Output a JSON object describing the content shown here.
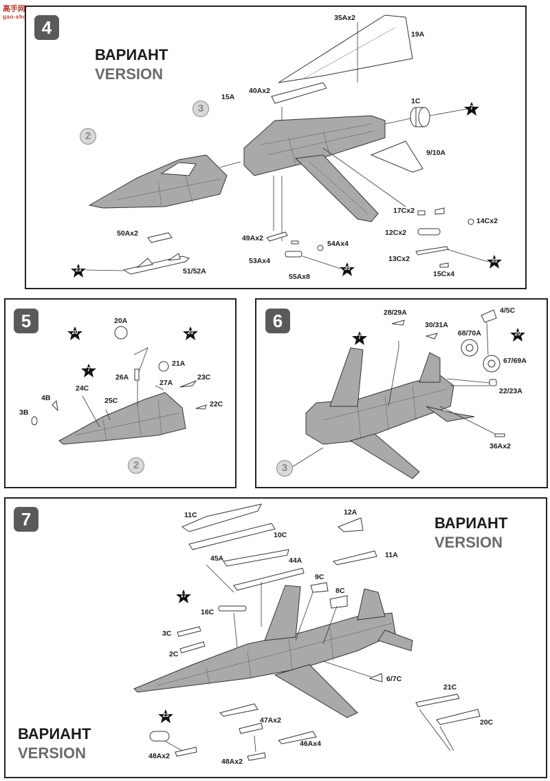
{
  "watermark": {
    "title": "高手网",
    "subtitle": "gao-shou.com"
  },
  "steps": [
    {
      "number": "4",
      "variant_ru": "ВАРИАНТ",
      "variant_en": "VERSION",
      "callouts": [
        "3",
        "2"
      ],
      "stars": [
        "7",
        "23",
        "35",
        "35"
      ],
      "labels": [
        "35Ax2",
        "19A",
        "15A",
        "40Ax2",
        "1C",
        "9/10A",
        "17Cx2",
        "14Cx2",
        "12Cx2",
        "13Cx2",
        "15Cx4",
        "50Ax2",
        "51/52A",
        "49Ax2",
        "54Ax4",
        "53Ax4",
        "55Ax8"
      ]
    },
    {
      "number": "5",
      "callouts": [
        "2"
      ],
      "stars": [
        "20",
        "20",
        "7"
      ],
      "labels": [
        "20A",
        "21A",
        "26A",
        "27A",
        "23C",
        "24C",
        "4B",
        "25C",
        "22C",
        "3B"
      ]
    },
    {
      "number": "6",
      "callouts": [
        "3"
      ],
      "stars": [
        "7",
        "20"
      ],
      "labels": [
        "28/29A",
        "30/31A",
        "4/5C",
        "68/70A",
        "67/69A",
        "22/23A",
        "36Ax2"
      ]
    },
    {
      "number": "7",
      "variant_ru": "ВАРИАНТ",
      "variant_en": "VERSION",
      "variant2_ru": "ВАРИАНТ",
      "variant2_en": "VERSION",
      "stars": [
        "17",
        "23"
      ],
      "labels": [
        "11C",
        "10C",
        "12A",
        "11A",
        "45A",
        "44A",
        "9C",
        "8C",
        "16C",
        "3C",
        "2C",
        "6/7C",
        "21C",
        "20C",
        "47Ax2",
        "46Ax4",
        "48Ax2",
        "48Ax2"
      ]
    }
  ]
}
